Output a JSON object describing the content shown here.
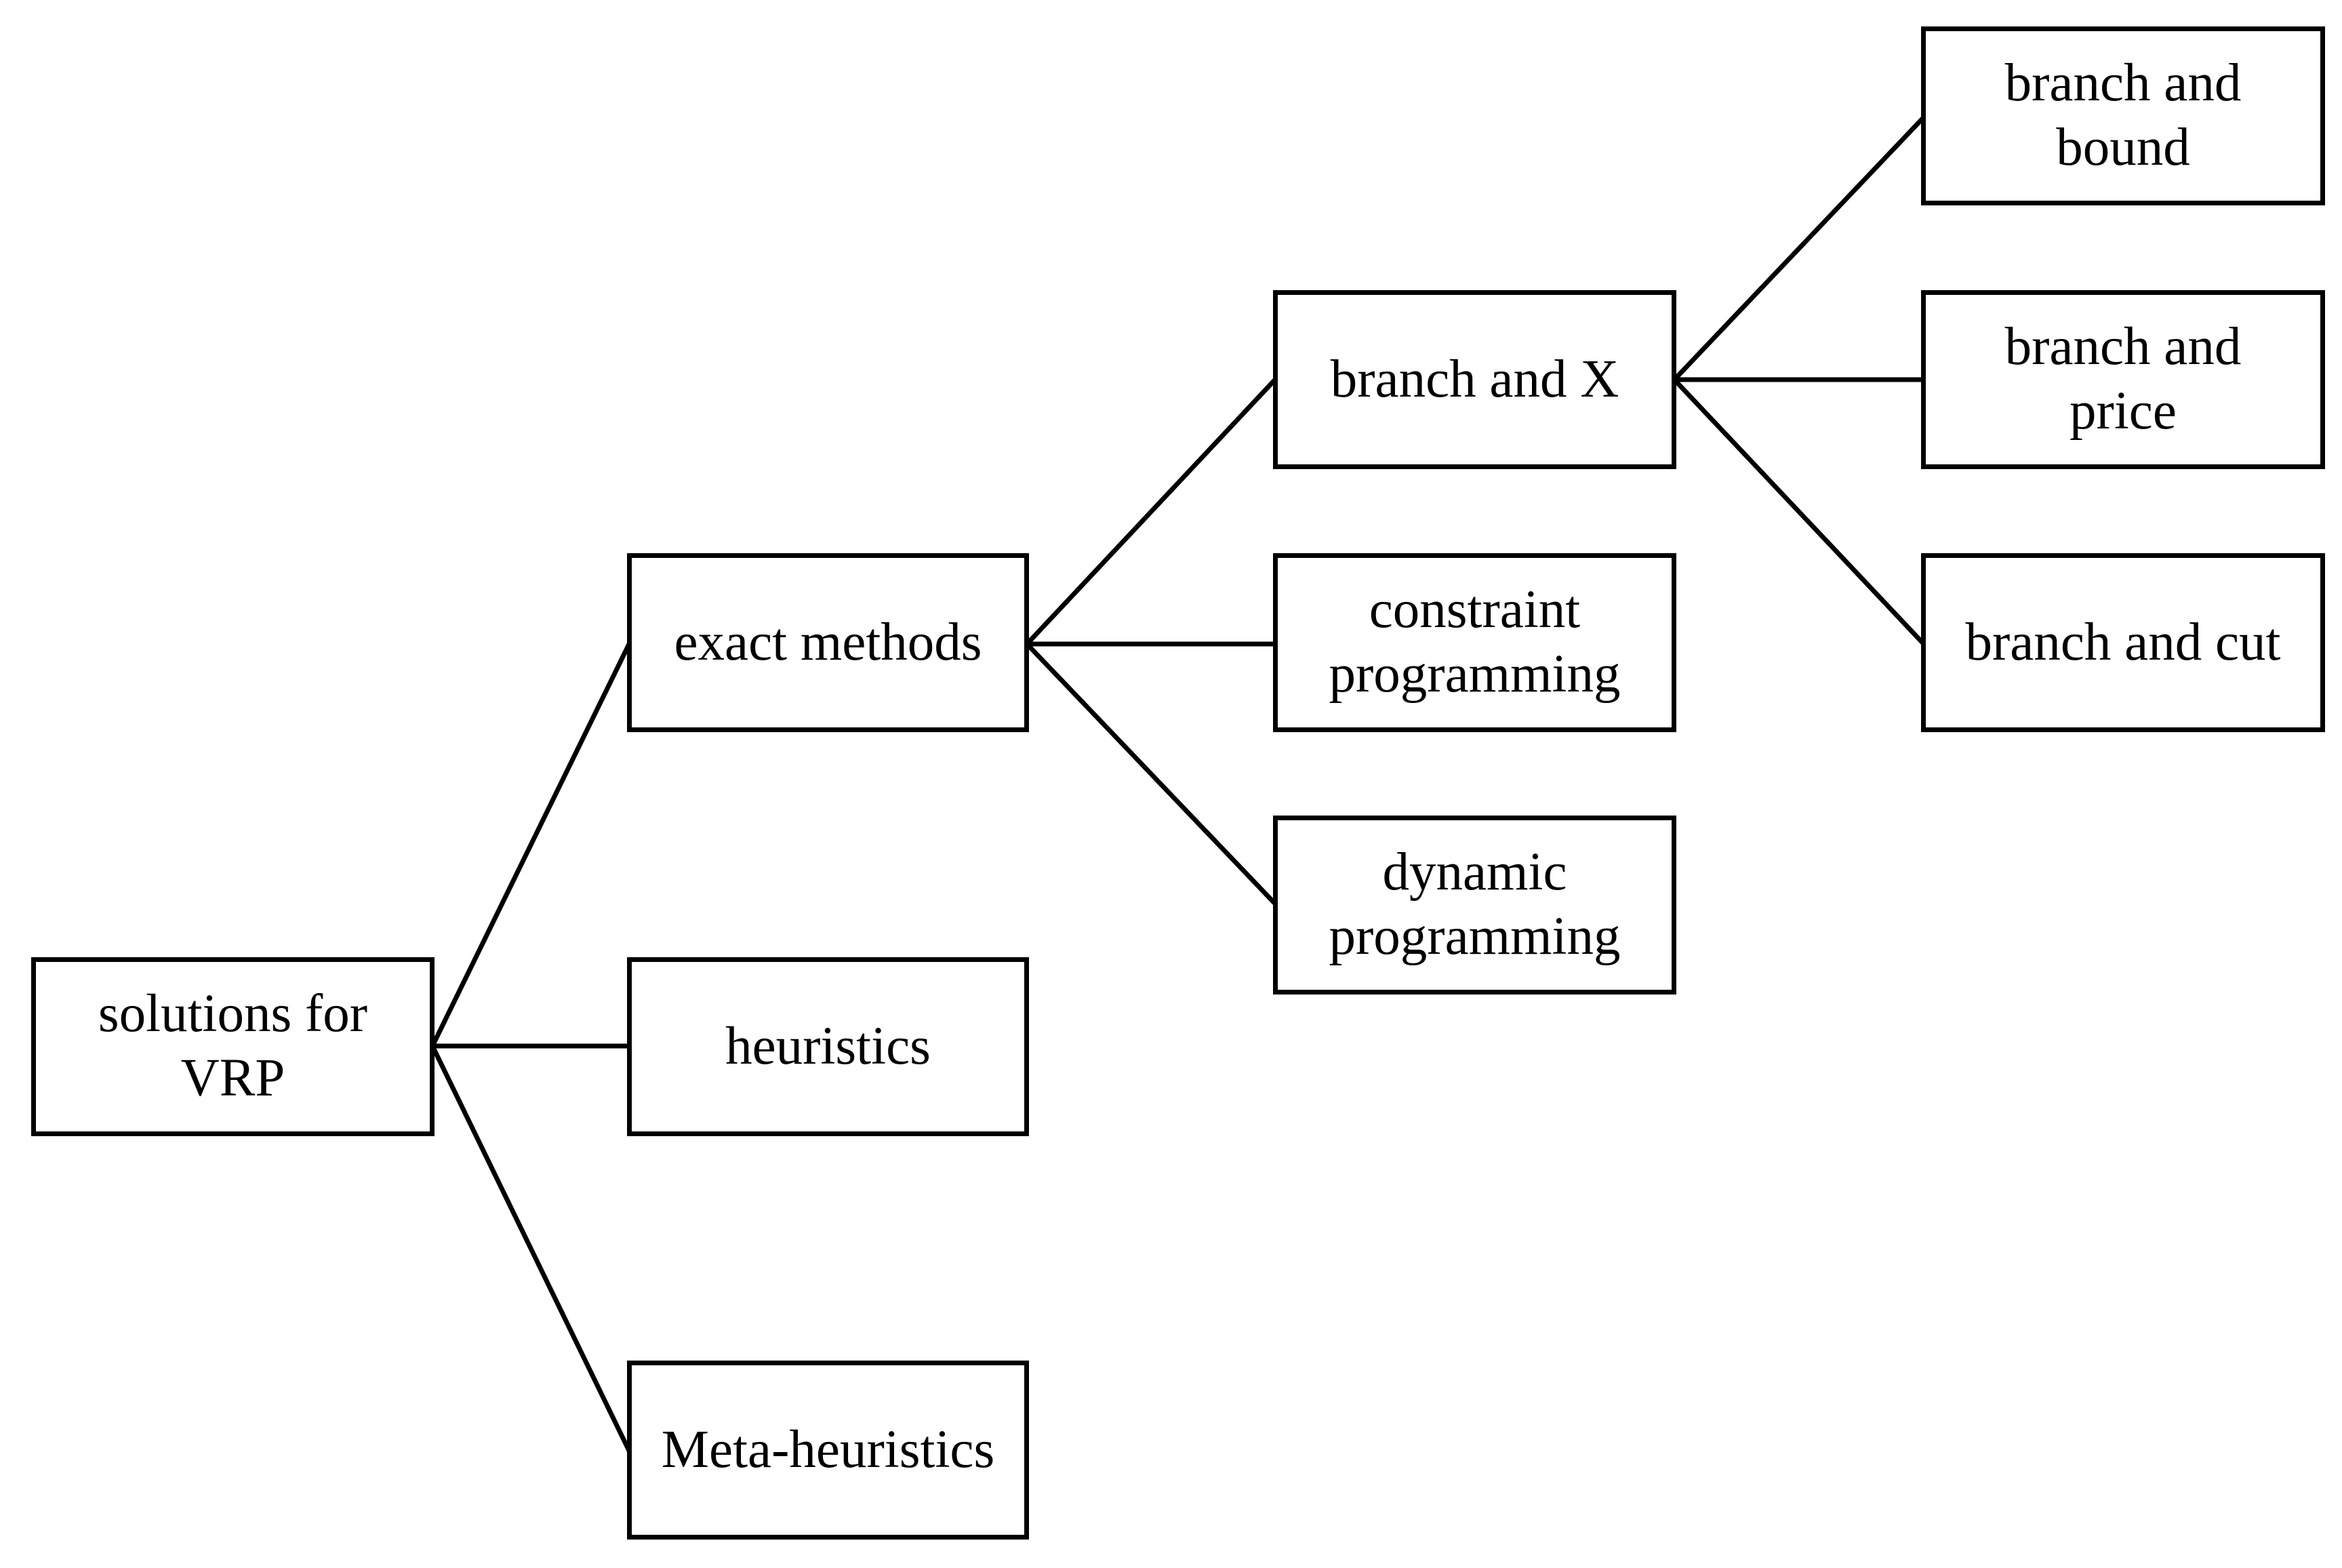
{
  "nodes": {
    "root": {
      "lines": [
        "solutions for",
        "VRP"
      ]
    },
    "exact": {
      "lines": [
        "exact methods"
      ]
    },
    "heuristics": {
      "lines": [
        "heuristics"
      ]
    },
    "meta": {
      "lines": [
        "Meta-heuristics"
      ]
    },
    "branch_x": {
      "lines": [
        "branch and X"
      ]
    },
    "constraint": {
      "lines": [
        "constraint",
        "programming"
      ]
    },
    "dynamic": {
      "lines": [
        "dynamic",
        "programming"
      ]
    },
    "bnb": {
      "lines": [
        "branch and",
        "bound"
      ]
    },
    "bnp": {
      "lines": [
        "branch and",
        "price"
      ]
    },
    "bnc": {
      "lines": [
        "branch and cut"
      ]
    }
  },
  "edges": [
    {
      "from": "root",
      "to": "exact"
    },
    {
      "from": "root",
      "to": "heuristics"
    },
    {
      "from": "root",
      "to": "meta"
    },
    {
      "from": "exact",
      "to": "branch_x"
    },
    {
      "from": "exact",
      "to": "constraint"
    },
    {
      "from": "exact",
      "to": "dynamic"
    },
    {
      "from": "branch_x",
      "to": "bnb"
    },
    {
      "from": "branch_x",
      "to": "bnp"
    },
    {
      "from": "branch_x",
      "to": "bnc"
    }
  ]
}
